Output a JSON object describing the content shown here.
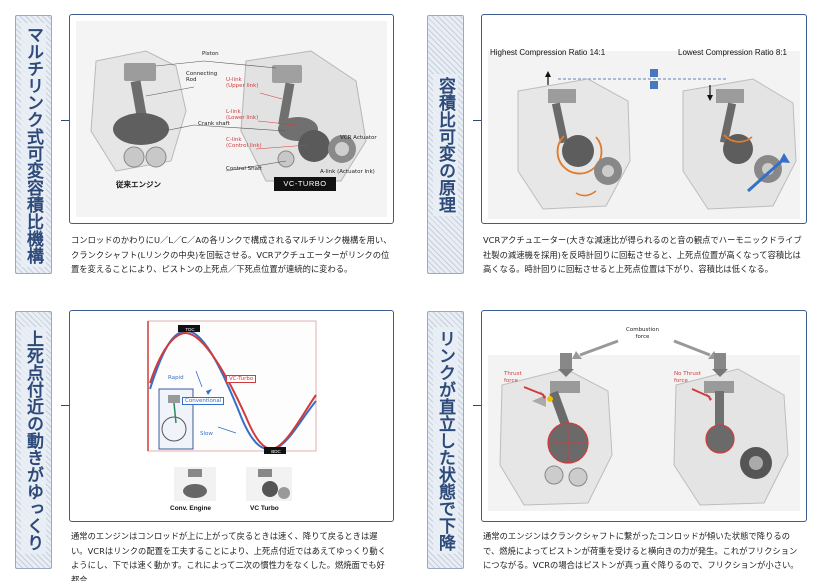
{
  "panels": [
    {
      "title": "マルチリンク式可変容積比機構",
      "caption": "コンロッドのかわりにU／L／C／Aの各リンクで構成されるマルチリンク機構を用い、クランクシャフト(Lリンクの中央)を回転させる。VCRアクチュエーターがリンクの位置を変えることにより、ピストンの上死点／下死点位置が連続的に変わる。",
      "labels": {
        "piston": "Piston",
        "connecting_rod": "Connecting\nRod",
        "u_link": "U-link\n(Upper link)",
        "l_link": "L-link\n(Lower link)",
        "crank_shaft": "Crank shaft",
        "c_link": "C-link\n(Control link)",
        "vcr_actuator": "VCR Actuator",
        "control_shaft": "Control Shaft",
        "a_link": "A-link (Actuator lnk)",
        "conventional_engine": "従来エンジン",
        "vc_turbo": "VC-TURBO"
      }
    },
    {
      "title": "容積比可変の原理",
      "caption": "VCRアクチュエーター(大きな減速比が得られるのと音の観点でハーモニックドライブ社製の減速機を採用)を反時計回りに回転させると、上死点位置が高くなって容積比は高くなる。時計回りに回転させると上死点位置は下がり、容積比は低くなる。",
      "labels": {
        "highest": "Highest Compression Ratio 14:1",
        "lowest": "Lowest Compression Ratio 8:1"
      }
    },
    {
      "title": "上死点付近の動きがゆっくり",
      "caption": "通常のエンジンはコンロッドが上に上がって戻るときは速く、降りて戻るときは遅い。VCRはリンクの配置を工夫することにより、上死点付近ではあえてゆっくり動くようにし、下では速く動かす。これによって二次の慣性力をなくした。燃焼面でも好都合。",
      "labels": {
        "tdc": "TDC",
        "bdc": "BDC",
        "rapid": "Rapid",
        "vc_turbo": "VC-Turbo",
        "conventional": "Conventional",
        "slow": "Slow",
        "conv_engine": "Conv. Engine",
        "vc_turbo_bottom": "VC Turbo"
      }
    },
    {
      "title": "リンクが直立した状態で下降",
      "caption": "通常のエンジンはクランクシャフトに繋がったコンロッドが傾いた状態で降りるので、燃焼によってピストンが荷重を受けると横向きの力が発生。これがフリクションにつながる。VCRの場合はピストンが真っ直ぐ降りるので、フリクションが小さい。",
      "labels": {
        "combustion_force": "Combustion\nforce",
        "thrust_force": "Thrust\nforce",
        "no_thrust_force": "No Thrust\nforce"
      }
    }
  ],
  "colors": {
    "accent": "#2d4a7a",
    "red": "#d23b3b",
    "blue": "#3470c8",
    "orange": "#e07b2c"
  }
}
